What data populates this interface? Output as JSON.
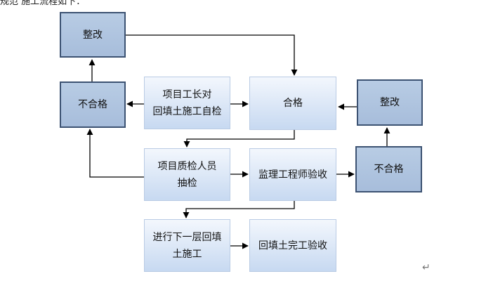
{
  "header_fragment": "规范 施工流程如下：",
  "boxes": {
    "rectify_left": "整改",
    "unqualified_left": "不合格",
    "foreman_selfcheck": "项目工长对\n回填土施工自检",
    "qualified": "合格",
    "rectify_right": "整改",
    "quality_inspector": "项目质检人员\n抽检",
    "supervisor_acceptance": "监理工程师验收",
    "unqualified_right": "不合格",
    "next_layer": "进行下一层回填\n土施工",
    "completion_acceptance": "回填土完工验收"
  },
  "return_mark": "↵",
  "colors": {
    "dark_fill": "#b8cce4",
    "dark_border": "#3c5272",
    "light_fill": "#dbe6f5",
    "line": "#000000"
  }
}
